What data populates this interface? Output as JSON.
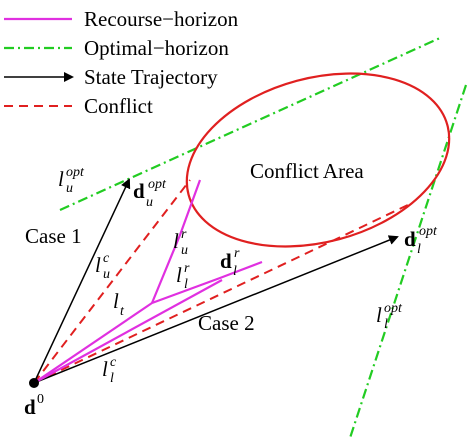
{
  "legend": {
    "items": [
      {
        "label": "Recourse−horizon",
        "color": "#e030e0",
        "style": "solid"
      },
      {
        "label": "Optimal−horizon",
        "color": "#22cc22",
        "style": "dash-dot"
      },
      {
        "label": "State Trajectory",
        "color": "#000000",
        "style": "arrow"
      },
      {
        "label": "Conflict",
        "color": "#e02020",
        "style": "dashed"
      }
    ]
  },
  "labels": {
    "conflict_area": "Conflict Area",
    "case1": "Case 1",
    "case2": "Case 2"
  },
  "math": {
    "l": "l",
    "d": "d",
    "opt": "opt",
    "u": "u",
    "l_sub": "l",
    "c": "c",
    "r": "r",
    "t": "t",
    "zero": "0"
  },
  "colors": {
    "recourse": "#e030e0",
    "optimal": "#22cc22",
    "trajectory": "#000000",
    "conflict": "#e02020"
  }
}
